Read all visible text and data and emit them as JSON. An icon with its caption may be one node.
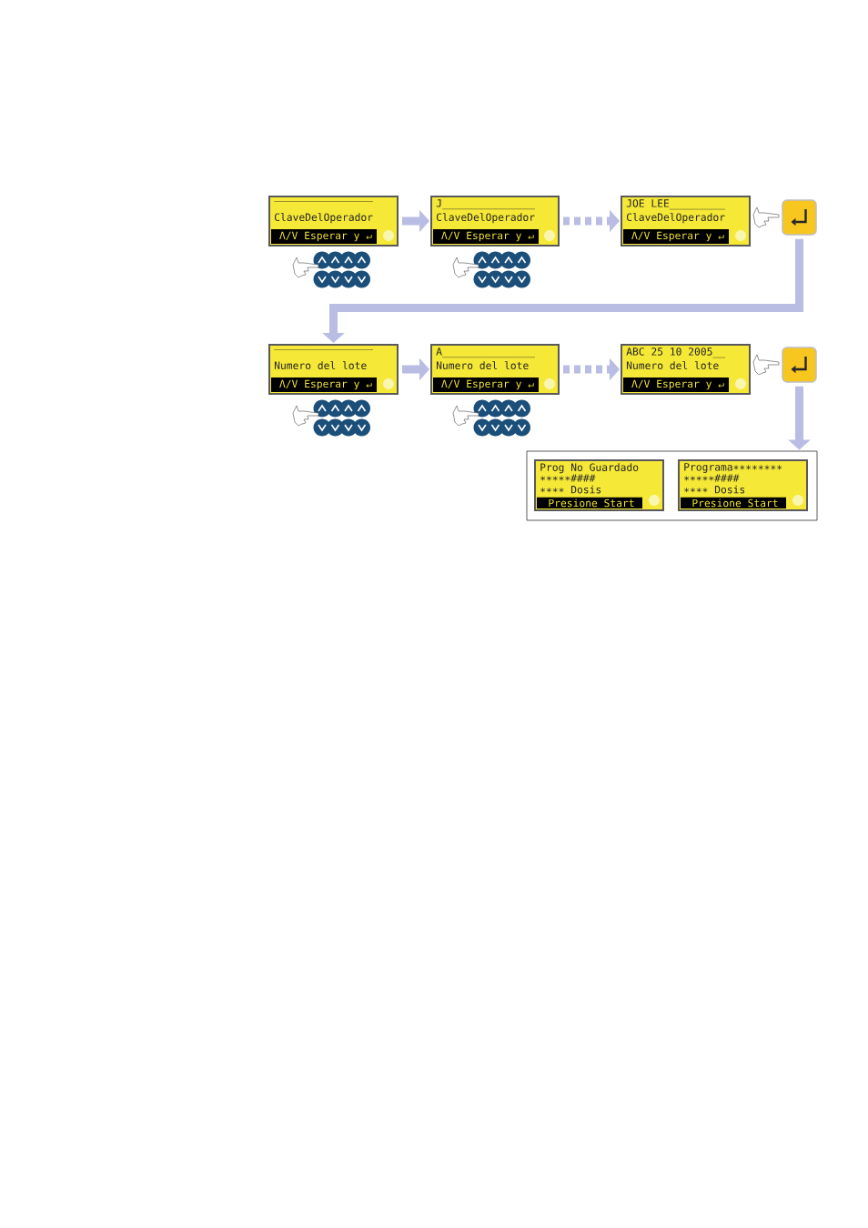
{
  "diagram": {
    "nodes": [
      {
        "text": [
          "________________",
          "ClaveDelOperador",
          "Λ/V Esperar y ↵"
        ]
      },
      {
        "text": [
          "J_______________",
          "ClaveDelOperador",
          "Λ/V Esperar y ↵"
        ]
      },
      {
        "text": [
          "JOE LEE_________",
          "ClaveDelOperador",
          "Λ/V Esperar y ↵"
        ]
      },
      {
        "text": [],
        "shape": "box"
      },
      {
        "text": [
          "________________",
          "Numero del lote",
          "Λ/V Esperar y ↵"
        ]
      },
      {
        "text": [
          "A_______________",
          "Numero del lote",
          "Λ/V Esperar y ↵"
        ]
      },
      {
        "text": [
          "ABC 25 10 2005__",
          "Numero del lote",
          "Λ/V Esperar y ↵"
        ]
      },
      {
        "text": [],
        "shape": "box"
      },
      {
        "text": [],
        "shape": "box"
      },
      {
        "text": [
          "Prog No Guardado",
          "∗∗∗∗∗####",
          "∗∗∗∗ Dosis",
          "Presione Start"
        ],
        "in": 8
      },
      {
        "text": [
          "Programa∗∗∗∗∗∗∗∗",
          "∗∗∗∗∗####",
          "∗∗∗∗ Dosis",
          "Presione Start"
        ],
        "in": 8
      }
    ],
    "edges": [
      {
        "from": 0,
        "to": 1,
        "arrow": "to"
      },
      {
        "from": 1,
        "to": 2,
        "arrow": "to",
        "style": "dashed"
      },
      {
        "from": 3,
        "to": 4,
        "arrow": "to"
      },
      {
        "from": 4,
        "to": 5,
        "arrow": "to"
      },
      {
        "from": 5,
        "to": 6,
        "arrow": "to",
        "style": "dashed"
      },
      {
        "from": 7,
        "to": 8,
        "arrow": "to"
      }
    ]
  }
}
